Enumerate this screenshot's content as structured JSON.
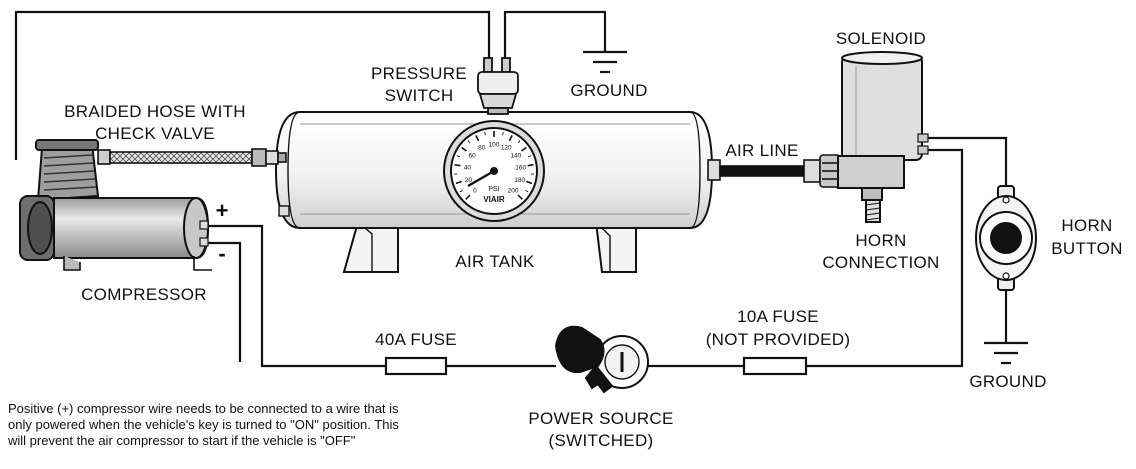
{
  "labels": {
    "pressure_switch": [
      "PRESSURE",
      "SWITCH"
    ],
    "ground_top": "GROUND",
    "solenoid": "SOLENOID",
    "braided_hose": [
      "BRAIDED HOSE WITH",
      "CHECK VALVE"
    ],
    "air_line": "AIR LINE",
    "horn_button": [
      "HORN",
      "BUTTON"
    ],
    "air_tank": "AIR TANK",
    "horn_connection": [
      "HORN",
      "CONNECTION"
    ],
    "compressor": "COMPRESSOR",
    "positive": "+",
    "negative": "-",
    "fuse_40a": "40A FUSE",
    "fuse_10a": [
      "10A FUSE",
      "(NOT PROVIDED)"
    ],
    "ground_right": "GROUND",
    "power_source": [
      "POWER SOURCE",
      "(SWITCHED)"
    ]
  },
  "note": [
    "Positive (+) compressor wire needs to be connected to a wire that is",
    "only powered when the vehicle's key is turned to \"ON\" position. This",
    "will prevent the air compressor to start if the vehicle is \"OFF\""
  ],
  "gauge": {
    "brand": "VIAIR",
    "unit": "PSI",
    "ticks": [
      "0",
      "20",
      "40",
      "60",
      "80",
      "100",
      "120",
      "140",
      "160",
      "180",
      "200"
    ]
  },
  "colors": {
    "line": "#111111",
    "metal": "#f4f4f4",
    "shade": "#bdbdbd"
  }
}
